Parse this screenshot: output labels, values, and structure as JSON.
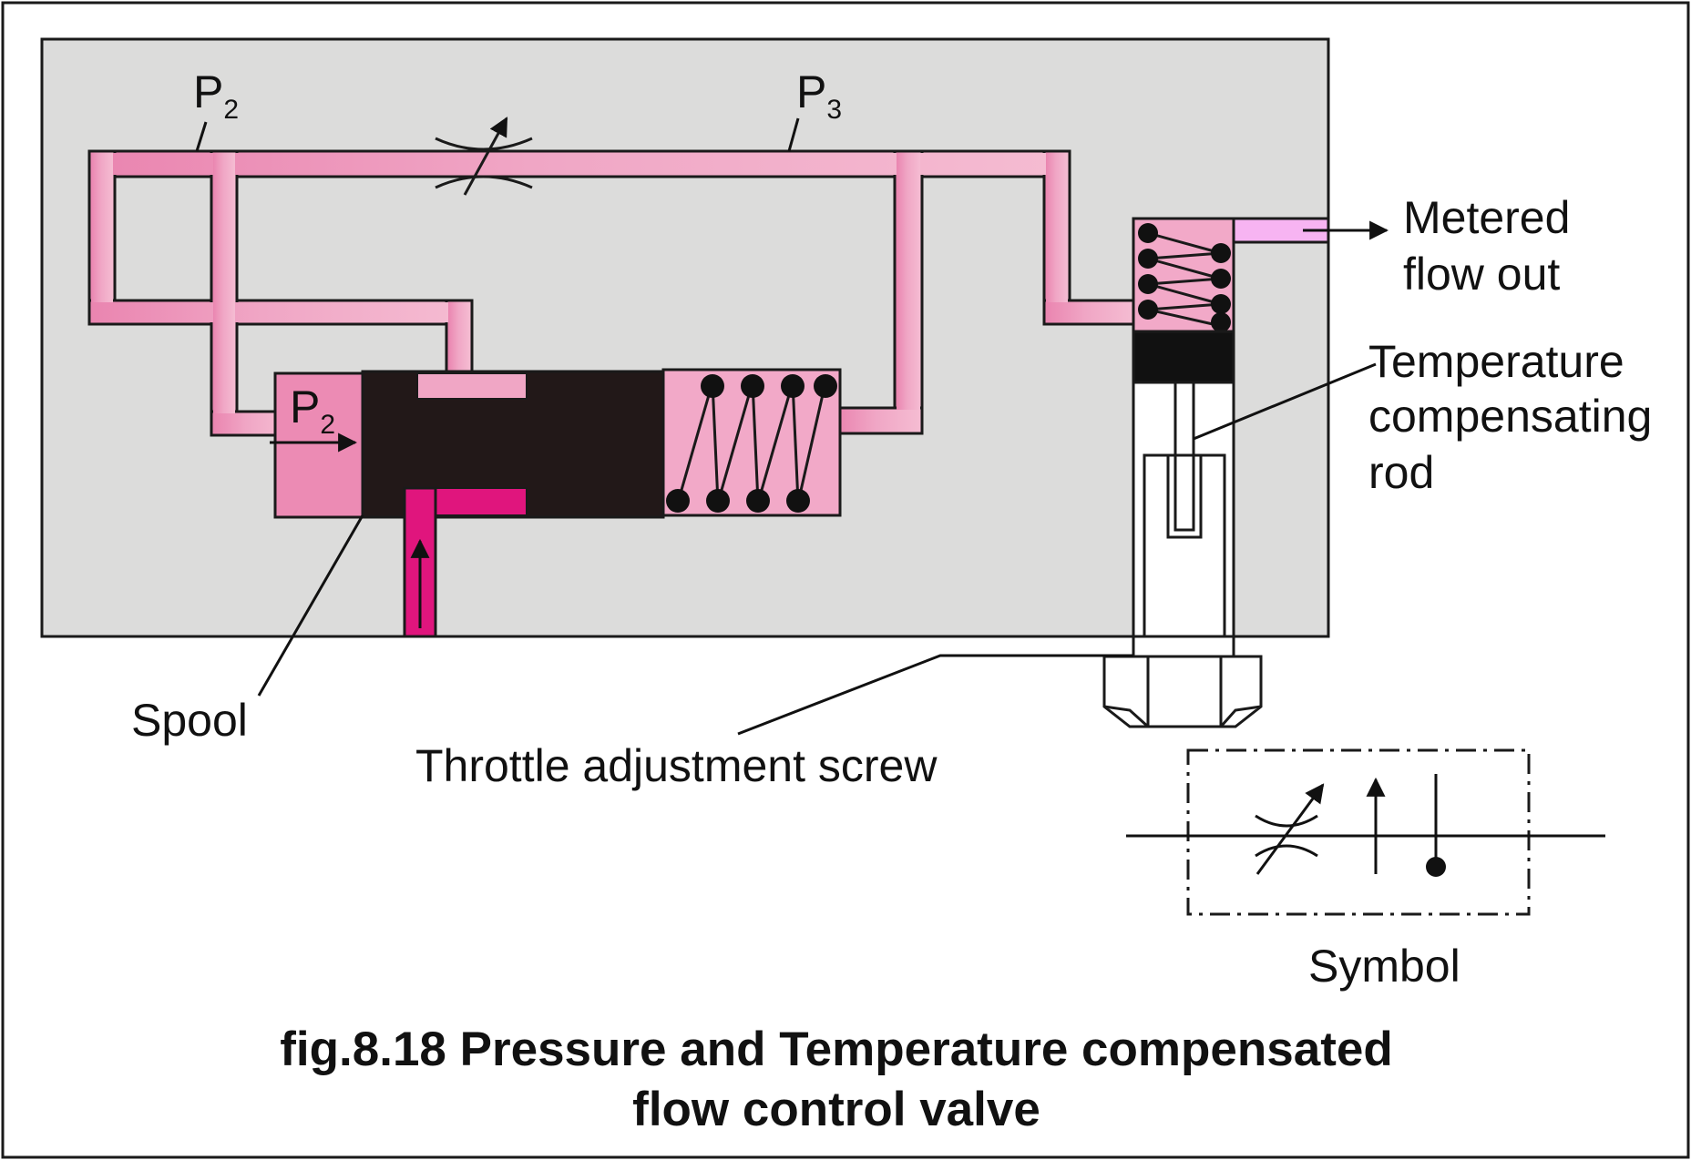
{
  "colors": {
    "body": "#dcdcdb",
    "frame": "#1a1a1a",
    "fluid": "#f0a9c7",
    "fluid_inlet": "#e0157d",
    "spool": "#221818",
    "metered": "#f7b4f2"
  },
  "labels": {
    "p2_top": "P",
    "p2_top_sub": "2",
    "p3_top": "P",
    "p3_top_sub": "3",
    "p2_chamber": "P",
    "p2_chamber_sub": "2",
    "metered_line1": "Metered",
    "metered_line2": "flow out",
    "temp_line1": "Temperature",
    "temp_line2": "compensating",
    "temp_line3": "rod",
    "spool": "Spool",
    "throttle": "Throttle adjustment screw",
    "symbol": "Symbol"
  },
  "caption": {
    "line1": "fig.8.18 Pressure and Temperature compensated",
    "line2": "flow control valve"
  }
}
